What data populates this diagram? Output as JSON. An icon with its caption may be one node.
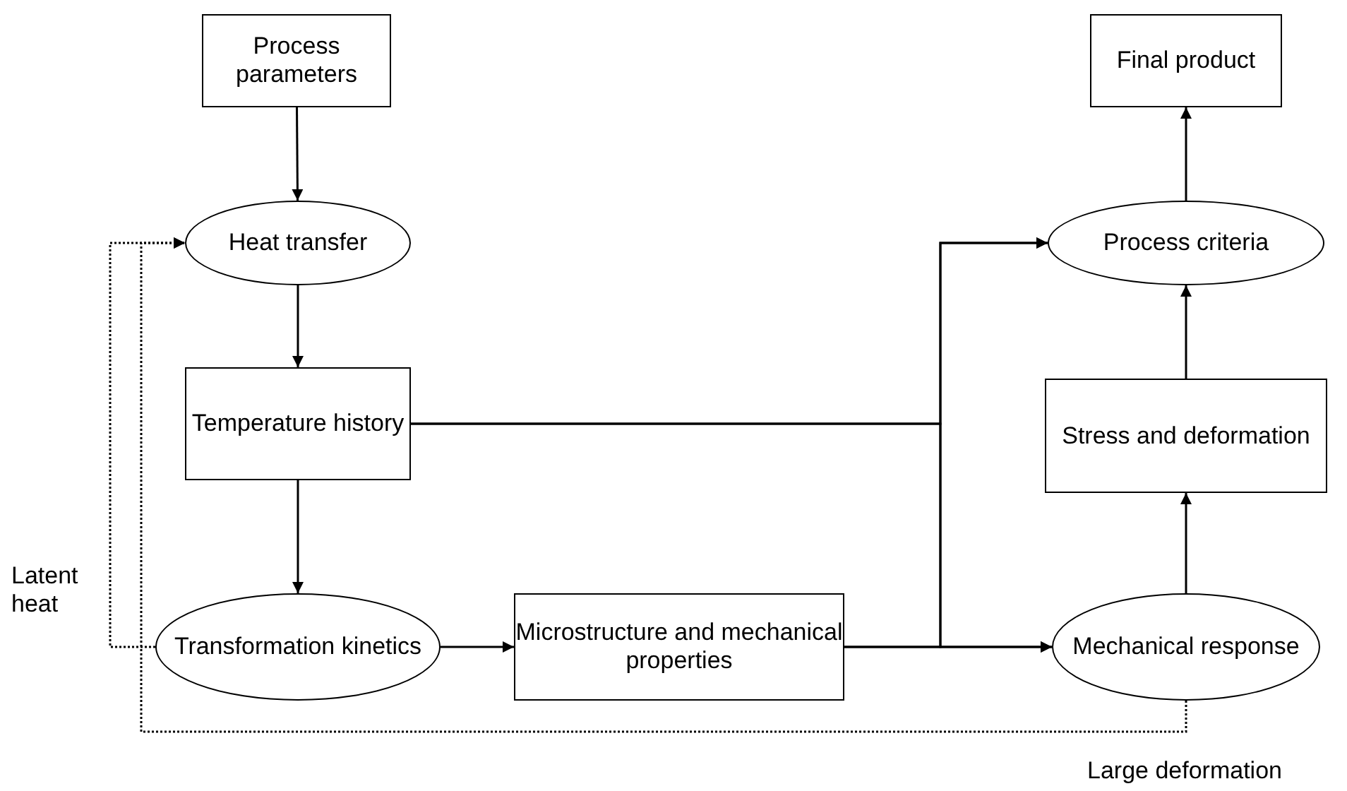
{
  "diagram": {
    "nodes": [
      {
        "text": [
          "Process parameters"
        ]
      },
      {
        "text": [
          "Heat transfer"
        ]
      },
      {
        "text": [
          "Temperature history"
        ]
      },
      {
        "text": [
          "Transformation kinetics"
        ]
      },
      {
        "text": [
          "Microstructure and mechanical properties"
        ]
      },
      {
        "text": [
          "Mechanical response"
        ]
      },
      {
        "text": [
          "Stress and deformation"
        ]
      },
      {
        "text": [
          "Process criteria"
        ]
      },
      {
        "text": [
          "Final product"
        ]
      }
    ],
    "edges": [
      {
        "from": 0,
        "to": 1,
        "arrow": "to"
      },
      {
        "from": 1,
        "to": 2,
        "arrow": "to"
      },
      {
        "from": 2,
        "to": 3,
        "arrow": "to"
      },
      {
        "from": 3,
        "to": 4,
        "arrow": "to"
      },
      {
        "from": 4,
        "to": 5,
        "arrow": "to"
      },
      {
        "from": 4,
        "to": 7,
        "arrow": "to"
      },
      {
        "from": 2,
        "to": 7,
        "arrow": "to"
      },
      {
        "from": 2,
        "to": 5,
        "arrow": "to"
      },
      {
        "from": 5,
        "to": 6,
        "arrow": "to"
      },
      {
        "from": 6,
        "to": 7,
        "arrow": "to"
      },
      {
        "from": 7,
        "to": 8,
        "arrow": "to"
      },
      {
        "from": 3,
        "to": 1,
        "arrow": "to",
        "label": "Latent heat",
        "style": "dashed"
      },
      {
        "from": 5,
        "to": 1,
        "arrow": "to",
        "label": "Large deformation",
        "style": "dashed"
      }
    ]
  }
}
